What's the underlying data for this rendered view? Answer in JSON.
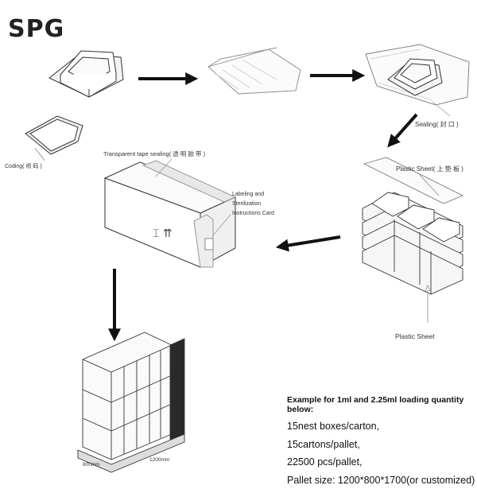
{
  "logo": {
    "text": "SPG"
  },
  "labels": {
    "coding": "Coding( 喷 码 )",
    "sealing": "Sealing( 封 口 )",
    "plastic_sheet_top": "Plastic Sheet( 上 垫 板 )",
    "transparent_tape": "Transparent tape sealing( 透 明 胶 带 )",
    "labeling_1": "Labeling and",
    "labeling_2": "Sterilization",
    "labeling_3": "Instructions Card",
    "plastic_sheet_bottom": "Plastic Sheet",
    "pallet_dim_1": "800mm",
    "pallet_dim_2": "1200mm"
  },
  "loading": {
    "title": "Example for 1ml and 2.25ml loading quantity below:",
    "lines": [
      "15nest boxes/carton,",
      "15cartons/pallet,",
      "22500 pcs/pallet,",
      "Pallet size:  1200*800*1700(or customized)"
    ]
  },
  "colors": {
    "line": "#333333",
    "arrow": "#111111",
    "faint": "#999999"
  }
}
